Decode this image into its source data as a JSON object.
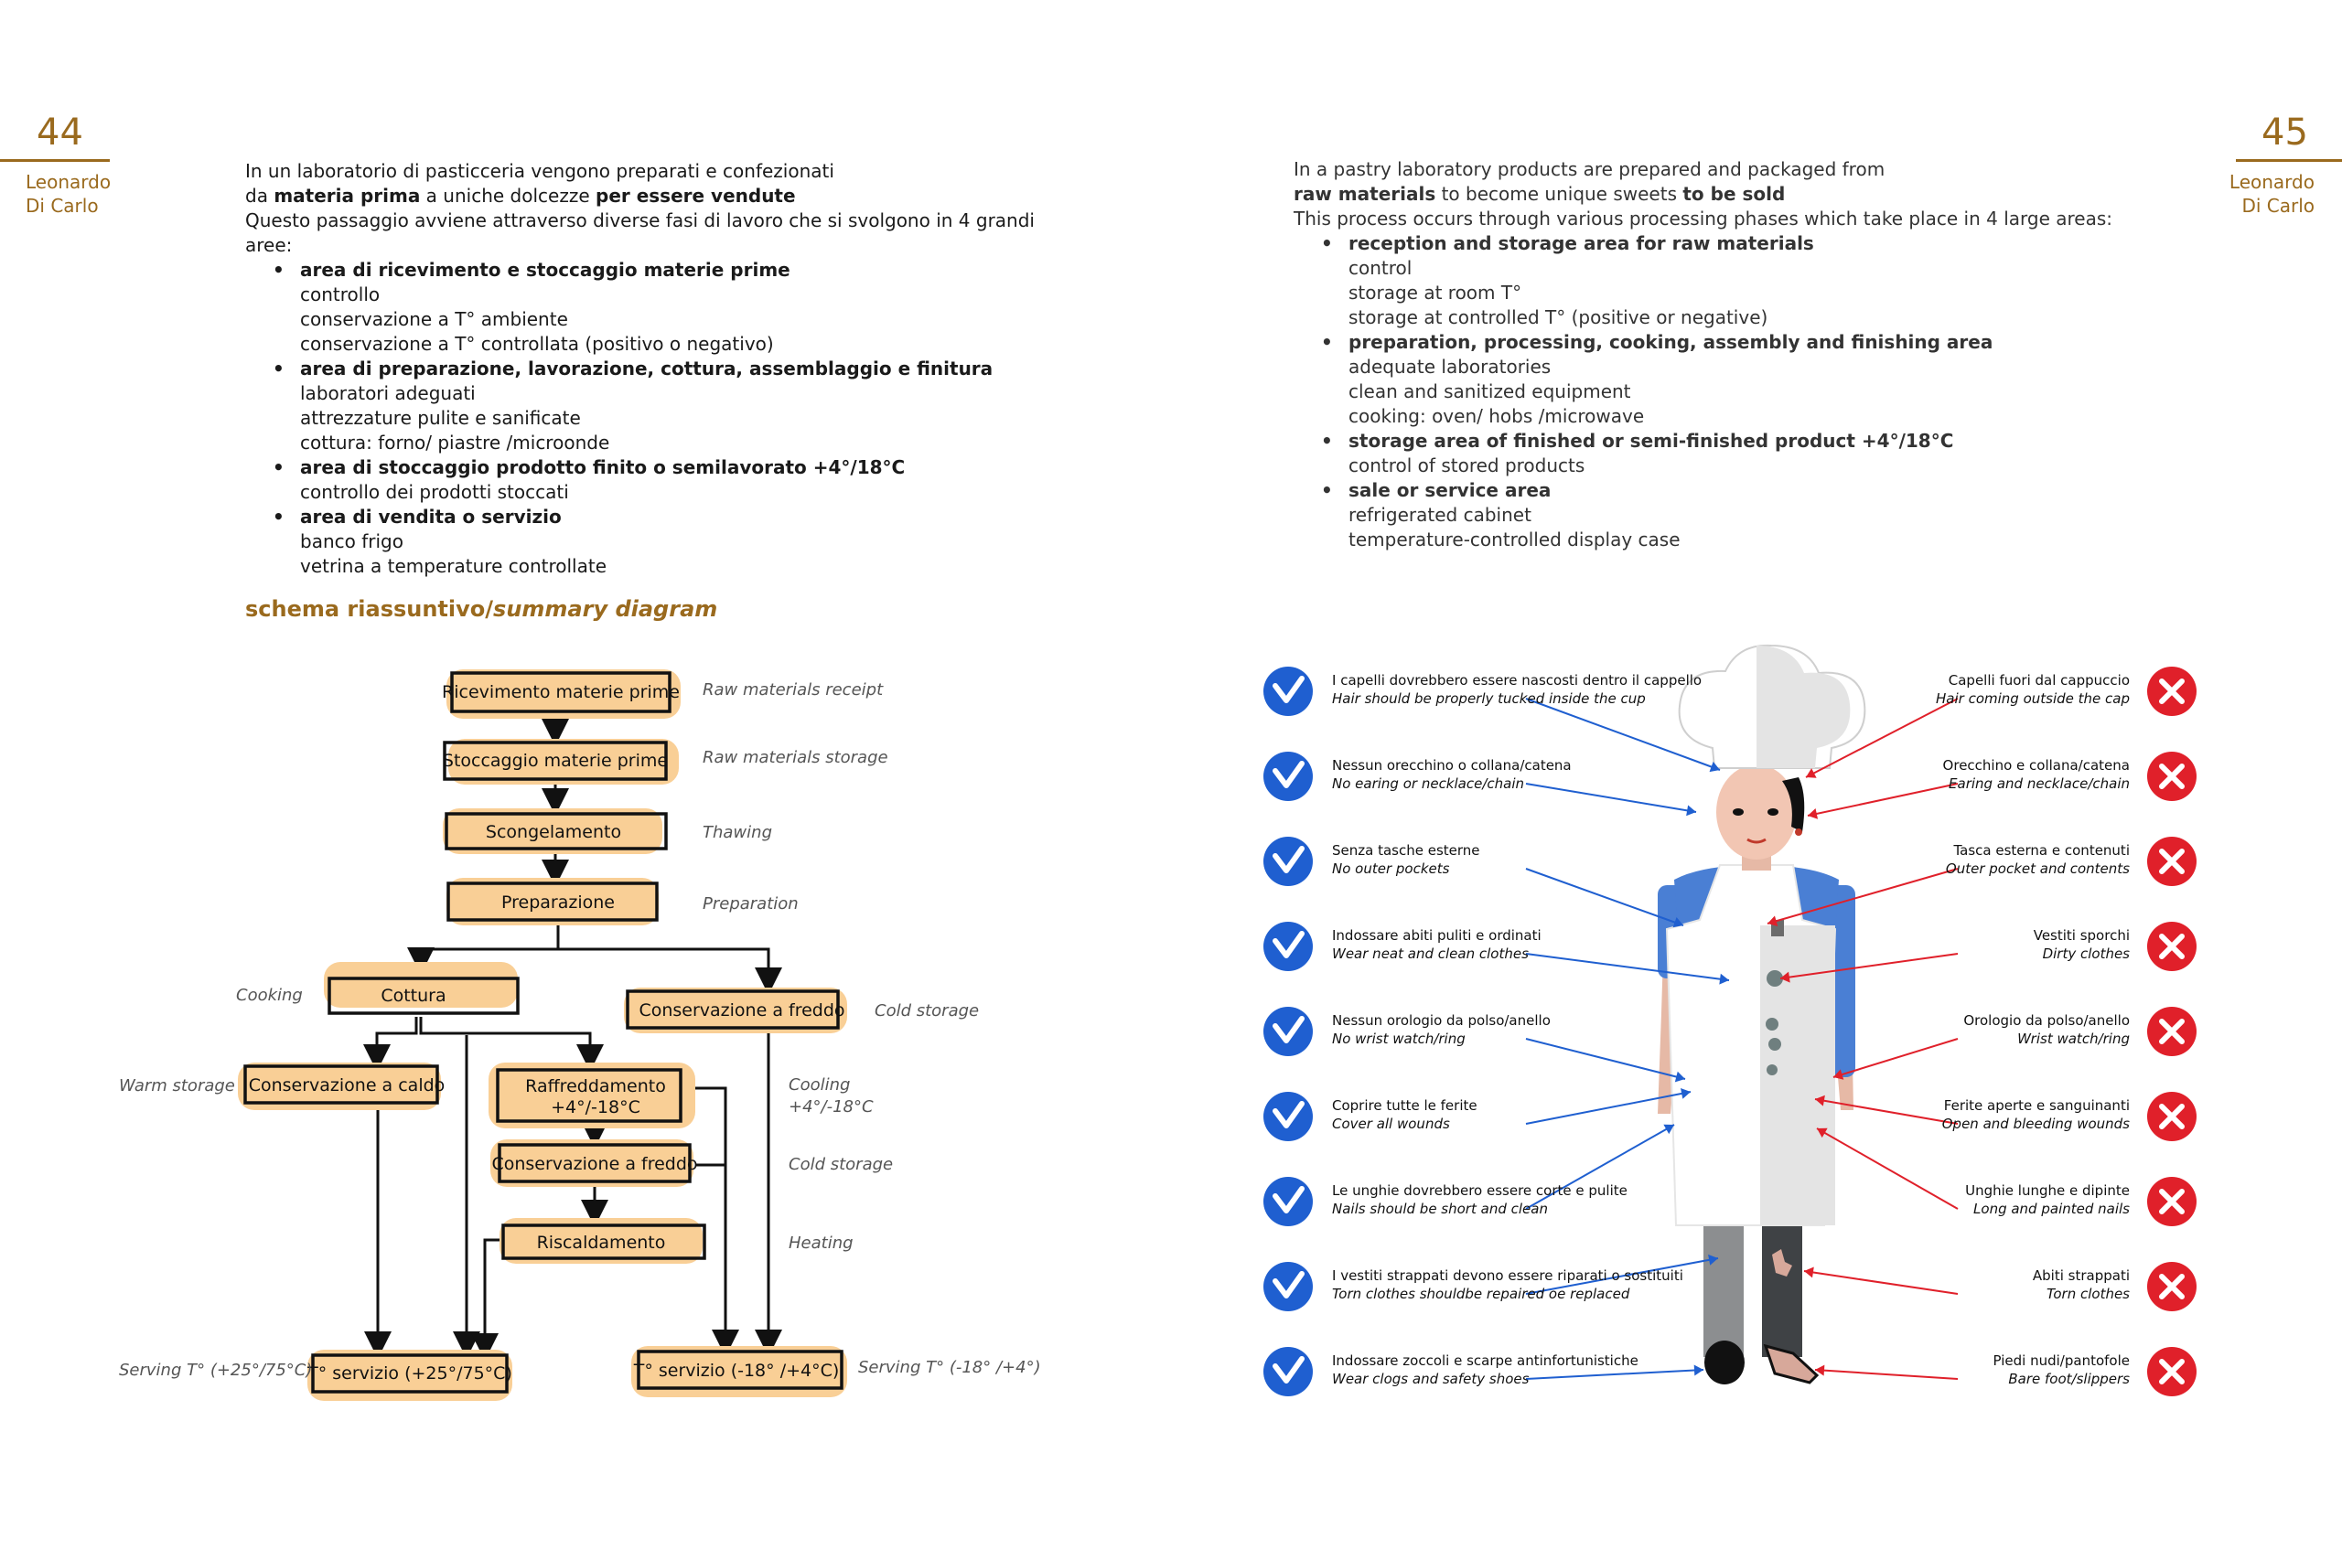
{
  "left_page": {
    "page_number": "44",
    "author_line1": "Leonardo",
    "author_line2": "Di Carlo",
    "intro_line1": "In un laboratorio di pasticceria vengono preparati e confezionati",
    "intro_line2_a": "da ",
    "intro_line2_b": "materia prima",
    "intro_line2_c": " a uniche dolcezze ",
    "intro_line2_d": "per essere vendute",
    "intro_line3": "Questo passaggio avviene attraverso diverse fasi di lavoro che si svolgono in 4 grandi aree:",
    "areas": [
      {
        "title": "area di ricevimento e stoccaggio materie prime",
        "items": [
          "controllo",
          "conservazione a T° ambiente",
          "conservazione a T° controllata (positivo o negativo)"
        ]
      },
      {
        "title": "area di preparazione, lavorazione, cottura, assemblaggio e finitura",
        "items": [
          "laboratori adeguati",
          "attrezzature pulite e sanificate",
          "cottura: forno/ piastre /microonde"
        ]
      },
      {
        "title": "area di stoccaggio prodotto finito o semilavorato +4°/18°C",
        "items": [
          "controllo dei prodotti stoccati"
        ]
      },
      {
        "title": "area di vendita o servizio",
        "items": [
          "banco frigo",
          "vetrina a temperature controllate"
        ]
      }
    ],
    "diagram_title_a": "schema riassuntivo/",
    "diagram_title_b": "summary diagram"
  },
  "flowchart": {
    "boxes": {
      "receipt": "Ricevimento materie prime",
      "storage": "Stoccaggio materie prime",
      "thaw": "Scongelamento",
      "prep": "Preparazione",
      "cook": "Cottura",
      "cold1": "Conservazione a freddo",
      "warm": "Conservazione a caldo",
      "chill_a": "Raffreddamento",
      "chill_b": "+4°/-18°C",
      "cold2": "Conservazione a freddo",
      "heat": "Riscaldamento",
      "serve_hot": "T° servizio (+25°/75°C)",
      "serve_cold": "T° servizio (-18° /+4°C)"
    },
    "notes": {
      "receipt": "Raw materials receipt",
      "storage": "Raw materials storage",
      "thaw": "Thawing",
      "prep": "Preparation",
      "cook": "Cooking",
      "cold1": "Cold storage",
      "warm": "Warm storage",
      "chill_a": "Cooling",
      "chill_b": "+4°/-18°C",
      "cold2": "Cold storage",
      "heat": "Heating",
      "serve_hot": "Serving T° (+25°/75°C)",
      "serve_cold": "Serving T° (-18° /+4°)"
    }
  },
  "right_page": {
    "page_number": "45",
    "author_line1": "Leonardo",
    "author_line2": "Di Carlo",
    "intro_line1": "In a pastry laboratory products are prepared and packaged from",
    "intro_line2_a": "raw materials",
    "intro_line2_b": " to become unique sweets ",
    "intro_line2_c": "to be sold",
    "intro_line3": "This process occurs through various processing phases which take place in 4 large areas:",
    "areas": [
      {
        "title": "reception and storage area for raw materials",
        "items": [
          "control",
          "storage at room T°",
          "storage at controlled T° (positive or negative)"
        ]
      },
      {
        "title": "preparation, processing, cooking, assembly and finishing area",
        "items": [
          "adequate laboratories",
          "clean and sanitized equipment",
          "cooking: oven/ hobs /microwave"
        ]
      },
      {
        "title": "storage area of finished or semi-finished product +4°/18°C",
        "items": [
          "control of stored products"
        ]
      },
      {
        "title": "sale or service area",
        "items": [
          "refrigerated cabinet",
          "temperature-controlled display case"
        ]
      }
    ]
  },
  "hygiene": {
    "colors": {
      "do": "#1f5fd0",
      "dont": "#e0202a",
      "apron": "#ffffff",
      "sleeve": "#4a7fd4",
      "pants": "#8a8a8a"
    },
    "dos": [
      {
        "it": "I capelli dovrebbero essere nascosti dentro il cappello",
        "en": "Hair should be properly tucked inside the cup"
      },
      {
        "it": "Nessun orecchino o collana/catena",
        "en": "No earing or necklace/chain"
      },
      {
        "it": "Senza tasche esterne",
        "en": "No outer pockets"
      },
      {
        "it": "Indossare abiti puliti e ordinati",
        "en": "Wear neat and clean clothes"
      },
      {
        "it": "Nessun orologio da polso/anello",
        "en": "No wrist watch/ring"
      },
      {
        "it": "Coprire tutte le ferite",
        "en": "Cover all wounds"
      },
      {
        "it": "Le unghie dovrebbero essere corte e pulite",
        "en": "Nails should be short and clean"
      },
      {
        "it": "I vestiti strappati devono essere riparati o sostituiti",
        "en": "Torn clothes shouldbe repaired oe replaced"
      },
      {
        "it": "Indossare zoccoli e scarpe antinfortunistiche",
        "en": "Wear clogs and safety shoes"
      }
    ],
    "donts": [
      {
        "it": "Capelli fuori dal cappuccio",
        "en": "Hair coming outside the cap"
      },
      {
        "it": "Orecchino e collana/catena",
        "en": "Earing and necklace/chain"
      },
      {
        "it": "Tasca esterna e contenuti",
        "en": "Outer pocket and contents"
      },
      {
        "it": "Vestiti sporchi",
        "en": "Dirty clothes"
      },
      {
        "it": "Orologio da polso/anello",
        "en": "Wrist watch/ring"
      },
      {
        "it": "Ferite aperte e sanguinanti",
        "en": "Open and bleeding wounds"
      },
      {
        "it": "Unghie lunghe e dipinte",
        "en": "Long and painted nails"
      },
      {
        "it": "Abiti strappati",
        "en": "Torn clothes"
      },
      {
        "it": "Piedi nudi/pantofole",
        "en": "Bare foot/slippers"
      }
    ]
  }
}
